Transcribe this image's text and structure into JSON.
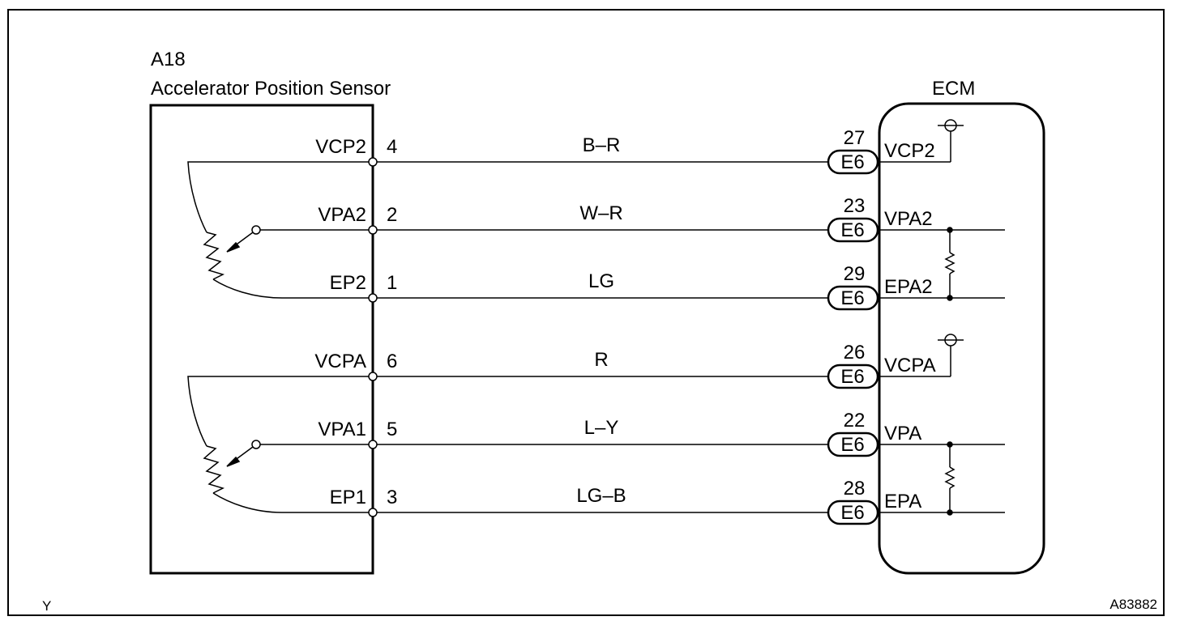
{
  "sensor": {
    "code": "A18",
    "name": "Accelerator Position Sensor"
  },
  "ecm": {
    "name": "ECM"
  },
  "connector_label": "E6",
  "wires": [
    {
      "sensor_terminal": "VCP2",
      "sensor_pin": "4",
      "color": "B–R",
      "ecm_pin": "27",
      "ecm_terminal": "VCP2"
    },
    {
      "sensor_terminal": "VPA2",
      "sensor_pin": "2",
      "color": "W–R",
      "ecm_pin": "23",
      "ecm_terminal": "VPA2"
    },
    {
      "sensor_terminal": "EP2",
      "sensor_pin": "1",
      "color": "LG",
      "ecm_pin": "29",
      "ecm_terminal": "EPA2"
    },
    {
      "sensor_terminal": "VCPA",
      "sensor_pin": "6",
      "color": "R",
      "ecm_pin": "26",
      "ecm_terminal": "VCPA"
    },
    {
      "sensor_terminal": "VPA1",
      "sensor_pin": "5",
      "color": "L–Y",
      "ecm_pin": "22",
      "ecm_terminal": "VPA"
    },
    {
      "sensor_terminal": "EP1",
      "sensor_pin": "3",
      "color": "LG–B",
      "ecm_pin": "28",
      "ecm_terminal": "EPA"
    }
  ],
  "footer": {
    "left_mark": "Y",
    "figure_id": "A83882"
  }
}
